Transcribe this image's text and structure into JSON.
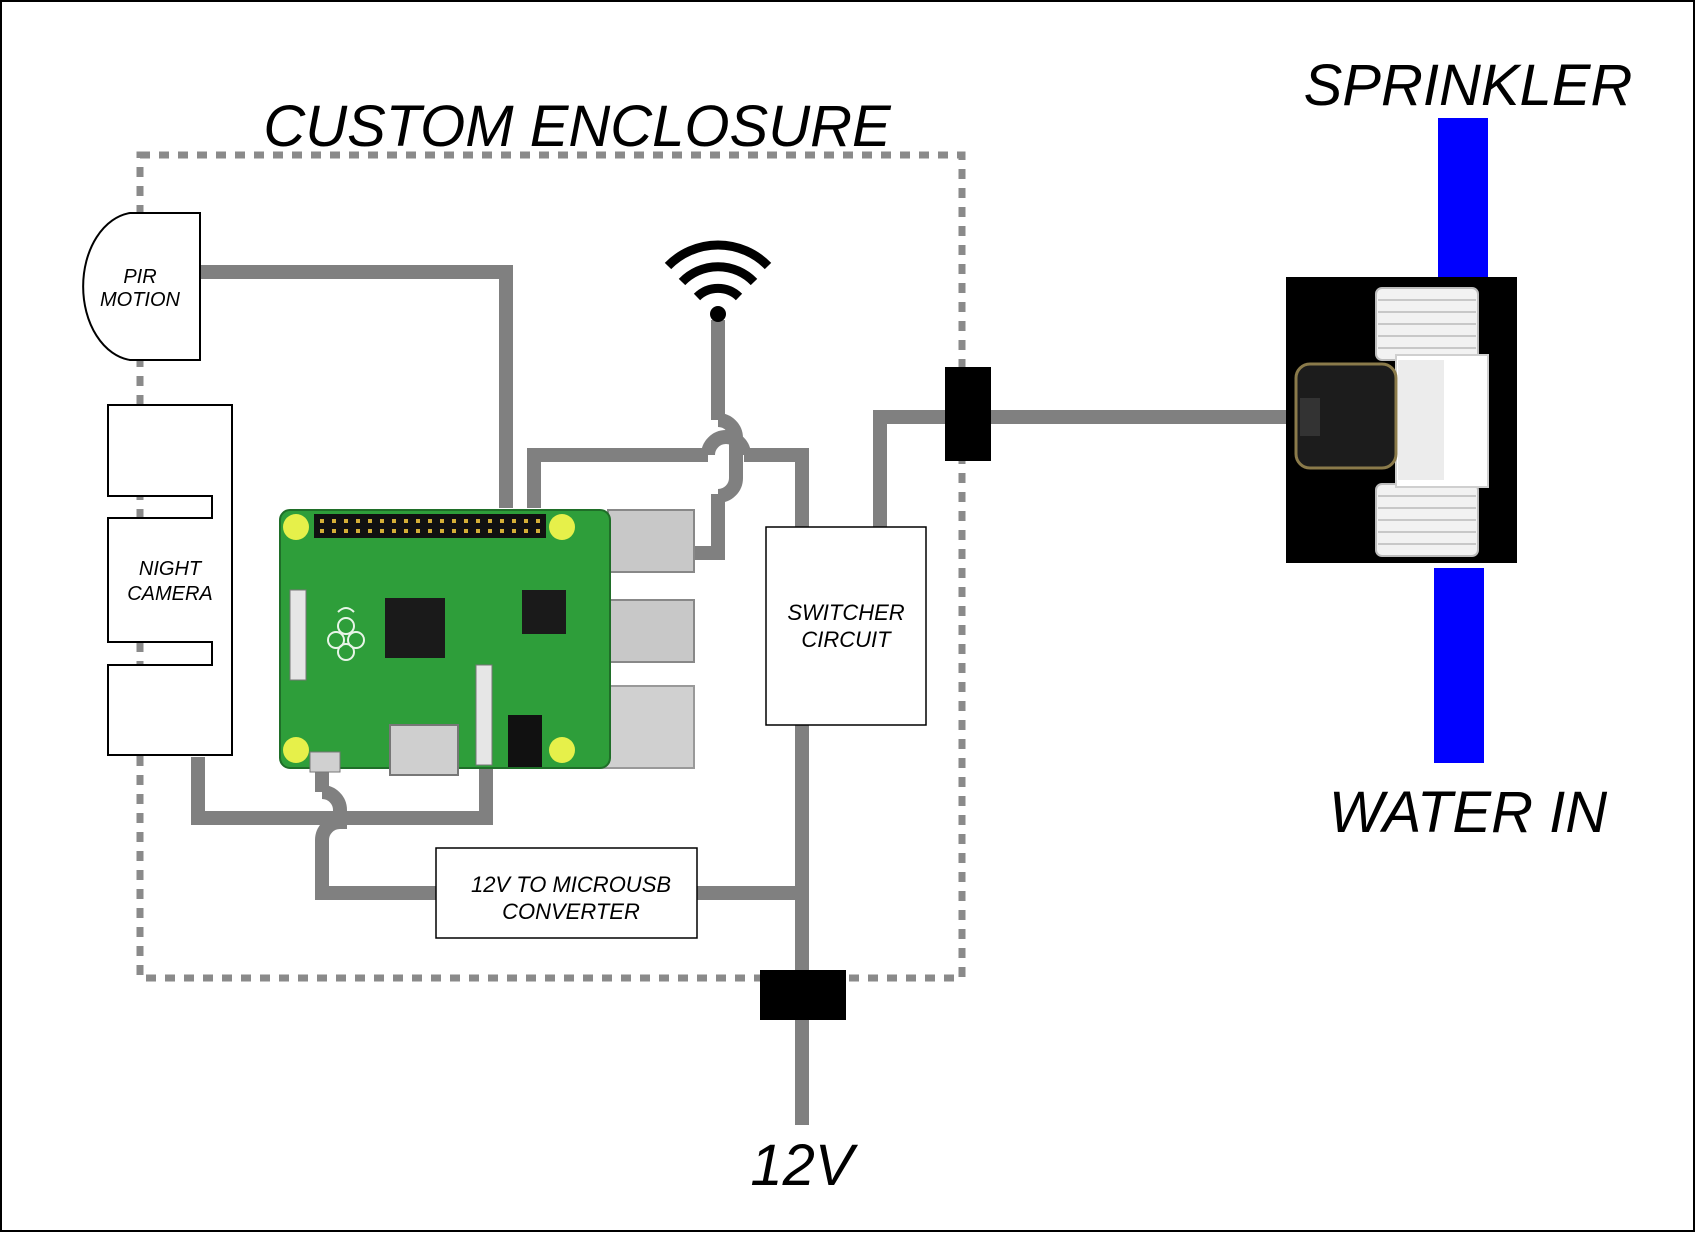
{
  "title": "CUSTOM ENCLOSURE",
  "labels": {
    "sprinkler": "SPRINKLER",
    "water_in": "WATER IN",
    "power": "12V"
  },
  "components": {
    "pir": {
      "line1": "PIR",
      "line2": "MOTION"
    },
    "camera": {
      "line1": "NIGHT",
      "line2": "CAMERA"
    },
    "switcher": {
      "line1": "SWITCHER",
      "line2": "CIRCUIT"
    },
    "converter": {
      "line1": "12V TO MICROUSB",
      "line2": "CONVERTER"
    }
  },
  "colors": {
    "wire": "#808080",
    "enclosure_border": "#8a8a8a",
    "pipe": "#0000ff",
    "board": "#2e9e3a",
    "connector": "#000000"
  },
  "icons": {
    "wifi": "wifi-icon",
    "board": "raspberry-pi-board",
    "valve": "solenoid-valve"
  }
}
